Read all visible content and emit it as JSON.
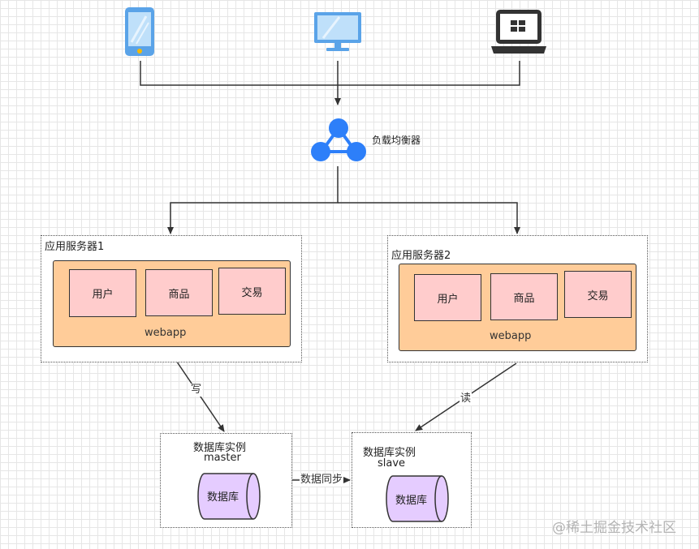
{
  "clients": [
    {
      "name": "phone",
      "icon": "smartphone-icon"
    },
    {
      "name": "desktop",
      "icon": "monitor-icon"
    },
    {
      "name": "laptop",
      "icon": "laptop-icon"
    }
  ],
  "load_balancer": {
    "label": "负载均衡器",
    "icon": "load-balancer-icon",
    "color": "#2d7ff9"
  },
  "servers": [
    {
      "title": "应用服务器1",
      "app_label": "webapp",
      "modules": [
        "用户",
        "商品",
        "交易"
      ]
    },
    {
      "title": "应用服务器2",
      "app_label": "webapp",
      "modules": [
        "用户",
        "商品",
        "交易"
      ]
    }
  ],
  "databases": {
    "master": {
      "title": "数据库实例",
      "role": "master",
      "db_label": "数据库"
    },
    "slave": {
      "title": "数据库实例",
      "role": "slave",
      "db_label": "数据库"
    }
  },
  "edges": {
    "write": "写",
    "read": "读",
    "sync": "数据同步"
  },
  "watermark": "@稀土掘金技术社区",
  "colors": {
    "webapp_fill": "#ffcc99",
    "module_fill": "#ffcccc",
    "db_fill": "#e5ccff",
    "accent": "#2d7ff9"
  }
}
